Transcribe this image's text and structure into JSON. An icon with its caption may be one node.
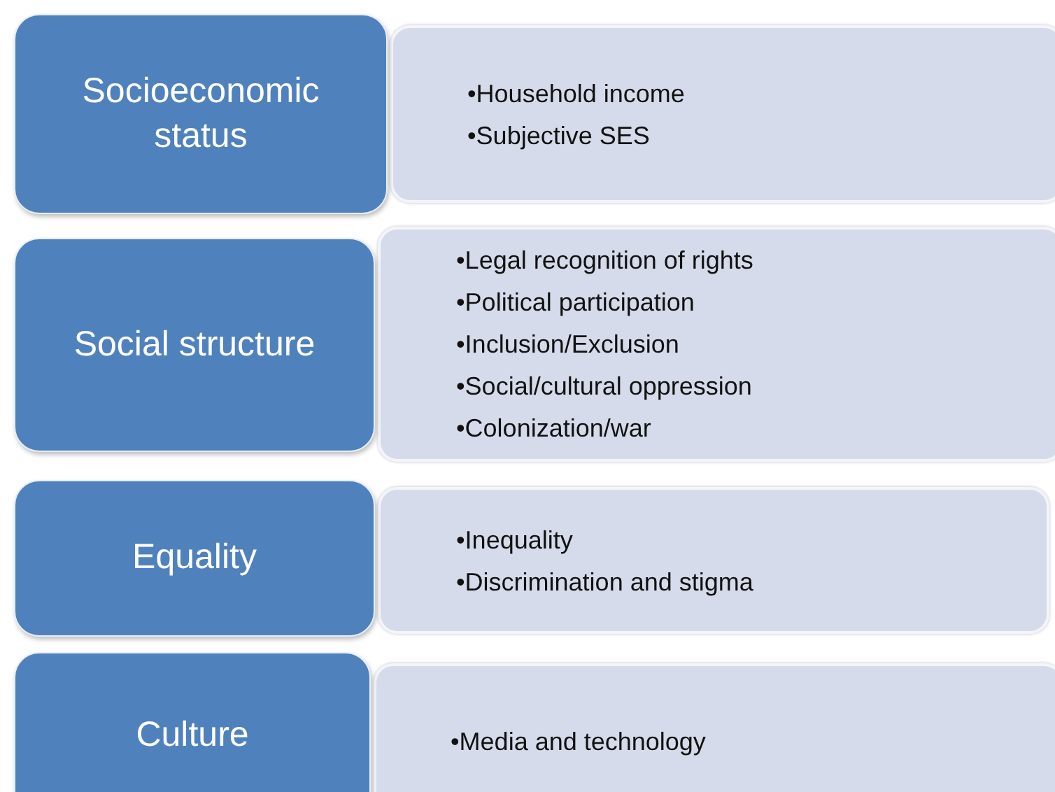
{
  "diagram": {
    "nodes": [
      {
        "text": [
          "Socioeconomic status"
        ]
      },
      {
        "text": [
          "•Household income",
          "•Subjective SES"
        ]
      },
      {
        "text": [
          "Social structure"
        ]
      },
      {
        "text": [
          "•Legal recognition of rights",
          "•Political participation",
          "•Inclusion/Exclusion",
          "•Social/cultural oppression",
          "•Colonization/war"
        ]
      },
      {
        "text": [
          "Equality"
        ]
      },
      {
        "text": [
          "•Inequality",
          "•Discrimination and stigma"
        ]
      },
      {
        "text": [
          "Culture"
        ]
      },
      {
        "text": [
          "•Media and technology"
        ]
      }
    ]
  }
}
